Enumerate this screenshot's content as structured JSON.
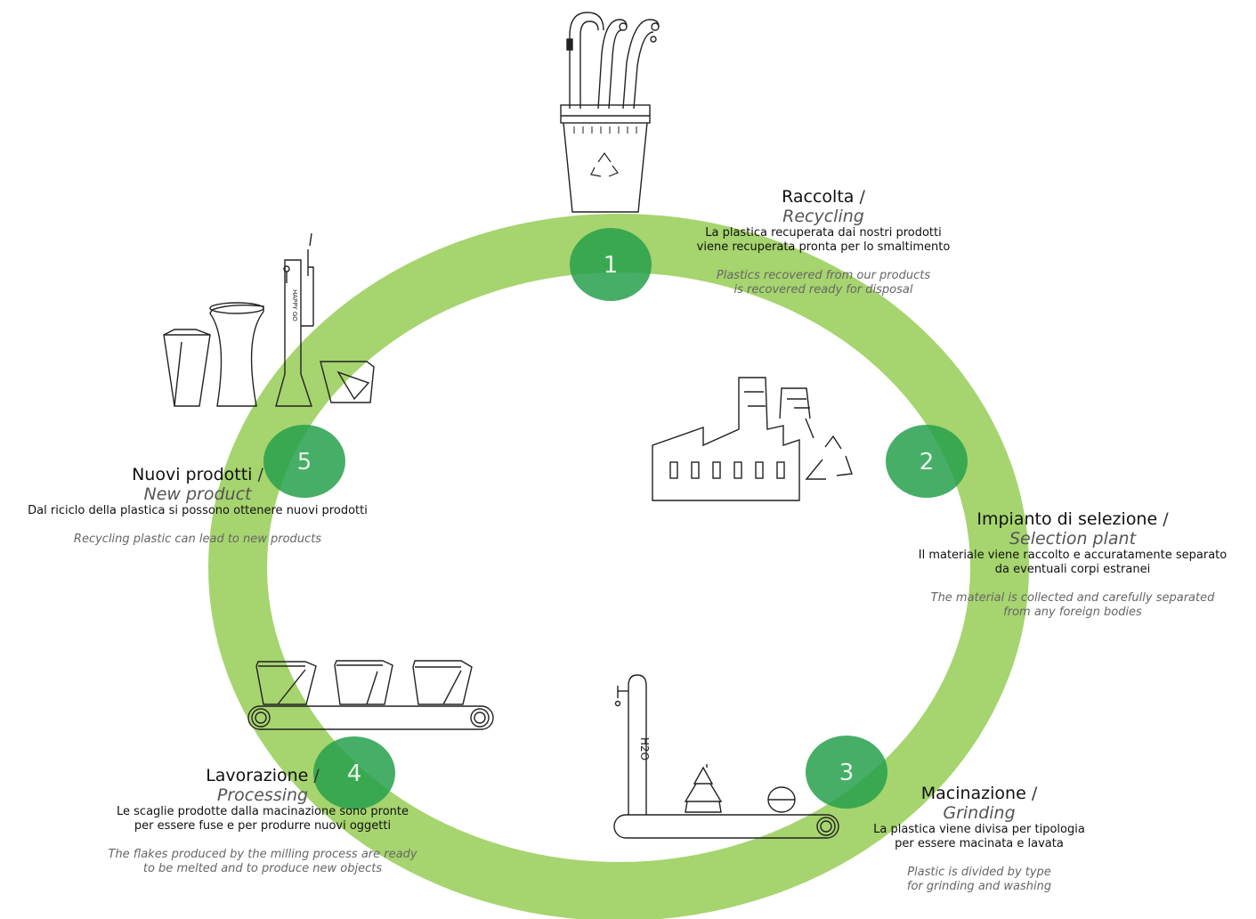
{
  "colors": {
    "ring": "#a6d46e",
    "step_circle": "#27a04c",
    "line_art": "#222222"
  },
  "steps": [
    {
      "number": "1",
      "title": "Raccolta",
      "subtitle": "Recycling",
      "text_it": [
        "La plastica recuperata dai nostri prodotti",
        "viene recuperata pronta per lo smaltimento"
      ],
      "text_en": [
        "Plastics recovered from our products",
        "is recovered ready for disposal"
      ],
      "illustration": "recycling-bin-with-pipes-icon"
    },
    {
      "number": "2",
      "title": "Impianto di selezione",
      "subtitle": "Selection plant",
      "text_it": [
        "Il materiale viene raccolto e accuratamente separato",
        "da eventuali corpi estranei"
      ],
      "text_en": [
        "The material is collected and carefully separated",
        "from any foreign bodies"
      ],
      "illustration": "factory-recycle-icon"
    },
    {
      "number": "3",
      "title": "Macinazione",
      "subtitle": "Grinding",
      "text_it": [
        "La plastica viene divisa per tipologia",
        "per essere macinata e lavata"
      ],
      "text_en": [
        "Plastic is divided by type",
        "for grinding and washing"
      ],
      "illustration": "conveyor-grinding-icon"
    },
    {
      "number": "4",
      "title": "Lavorazione",
      "subtitle": "Processing",
      "text_it": [
        "Le scaglie prodotte dalla macinazione sono pronte",
        "per essere fuse e per produrre nuovi oggetti"
      ],
      "text_en": [
        "The flakes produced by the milling process are ready",
        "to be melted and to produce new objects"
      ],
      "illustration": "conveyor-processing-icon"
    },
    {
      "number": "5",
      "title": "Nuovi prodotti",
      "subtitle": "New product",
      "text_it": [
        "Dal riciclo della plastica si possono ottenere nuovi prodotti"
      ],
      "text_en": [
        "Recycling plastic can lead to new products"
      ],
      "illustration": "new-products-icon"
    }
  ],
  "illustration_text": {
    "shower_letters": "HAPPY GO",
    "fountain_letters": "H2O"
  }
}
